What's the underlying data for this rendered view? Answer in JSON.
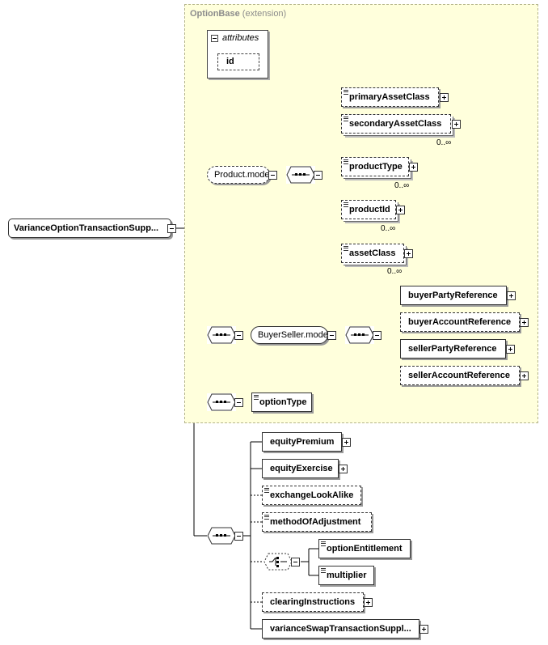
{
  "extension": {
    "name": "OptionBase",
    "note": "(extension)"
  },
  "attributes": {
    "label": "attributes",
    "items": [
      "id"
    ]
  },
  "root": {
    "label": "VarianceOptionTransactionSupp..."
  },
  "product_model": {
    "label": "Product.model",
    "elements": [
      {
        "label": "primaryAssetClass",
        "occurs": ""
      },
      {
        "label": "secondaryAssetClass",
        "occurs": "0..∞"
      },
      {
        "label": "productType",
        "occurs": "0..∞"
      },
      {
        "label": "productId",
        "occurs": "0..∞"
      },
      {
        "label": "assetClass",
        "occurs": "0..∞"
      }
    ]
  },
  "buyer_seller_model": {
    "label": "BuyerSeller.model",
    "elements": [
      {
        "label": "buyerPartyReference"
      },
      {
        "label": "buyerAccountReference"
      },
      {
        "label": "sellerPartyReference"
      },
      {
        "label": "sellerAccountReference"
      }
    ]
  },
  "option_type": {
    "label": "optionType"
  },
  "sequence_elements": [
    {
      "label": "equityPremium"
    },
    {
      "label": "equityExercise"
    },
    {
      "label": "exchangeLookAlike"
    },
    {
      "label": "methodOfAdjustment"
    }
  ],
  "choice_elements": [
    {
      "label": "optionEntitlement"
    },
    {
      "label": "multiplier"
    }
  ],
  "trailing_elements": [
    {
      "label": "clearingInstructions"
    },
    {
      "label": "varianceSwapTransactionSuppl..."
    }
  ]
}
